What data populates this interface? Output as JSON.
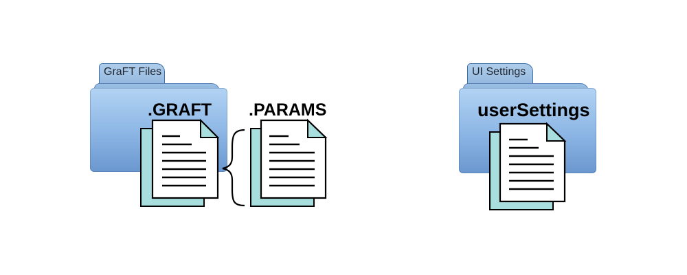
{
  "folders": {
    "graft": {
      "tab_label": "GraFT Files",
      "file_label": ".GRAFT"
    },
    "ui": {
      "tab_label": "UI Settings",
      "file_label": "userSettings"
    }
  },
  "params": {
    "file_label": ".PARAMS"
  },
  "colors": {
    "folder_light": "#b2d3f3",
    "folder_dark": "#6a97cf",
    "doc_back": "#a8dede",
    "doc_front": "#ffffff",
    "doc_corner": "#a8dede",
    "outline": "#000000"
  },
  "icons": [
    "folder-icon",
    "document-icon",
    "curly-brace-icon"
  ]
}
